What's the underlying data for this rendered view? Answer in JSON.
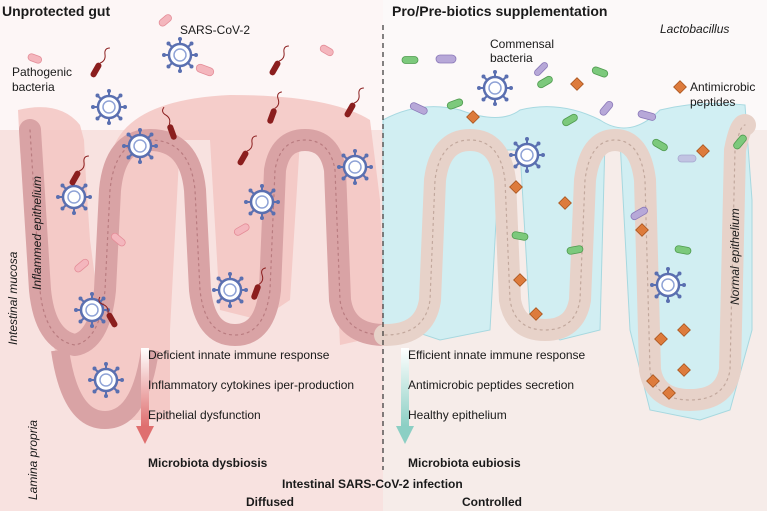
{
  "left_panel": {
    "title": "Unprotected gut",
    "pathogen_label": "Pathogenic\nbacteria",
    "virus_label": "SARS-CoV-2",
    "epithelium_label": "Inflammed epithelium",
    "outcomes": [
      "Deficient innate immune response",
      "Inflammatory cytokines iper-production",
      "Epithelial dysfunction"
    ],
    "result": "Microbiota dysbiosis",
    "infection_state": "Diffused"
  },
  "right_panel": {
    "title": "Pro/Pre-biotics supplementation",
    "commensal_label": "Commensal\nbacteria",
    "lacto_label": "Lactobacillus",
    "amp_label": "Antimicrobic\npeptides",
    "epithelium_label": "Normal epithelium",
    "outcomes": [
      "Efficient innate immune response",
      "Antimicrobic peptides secretion",
      "Healthy epithelium"
    ],
    "result": "Microbiota eubiosis",
    "infection_state": "Controlled"
  },
  "shared": {
    "mucosa_label": "Intestinal mucosa",
    "lamina_label": "Lamina propria",
    "infection_label": "Intestinal SARS-CoV-2 infection"
  },
  "colors": {
    "left_bg": "#f8e2e0",
    "right_bg": "#f6ece9",
    "left_mucus": "#f3c6c2",
    "right_mucus": "#cdeff3",
    "cell_left": "#d9a3a5",
    "cell_right": "#e7d2c9",
    "arrow_left": "#df6f6f",
    "arrow_right": "#8ccfc4",
    "virus": "#5a6fb0",
    "pathogen": "#8b1e1e",
    "commensal": "#7cc97c",
    "amp": "#dd7b3c"
  }
}
